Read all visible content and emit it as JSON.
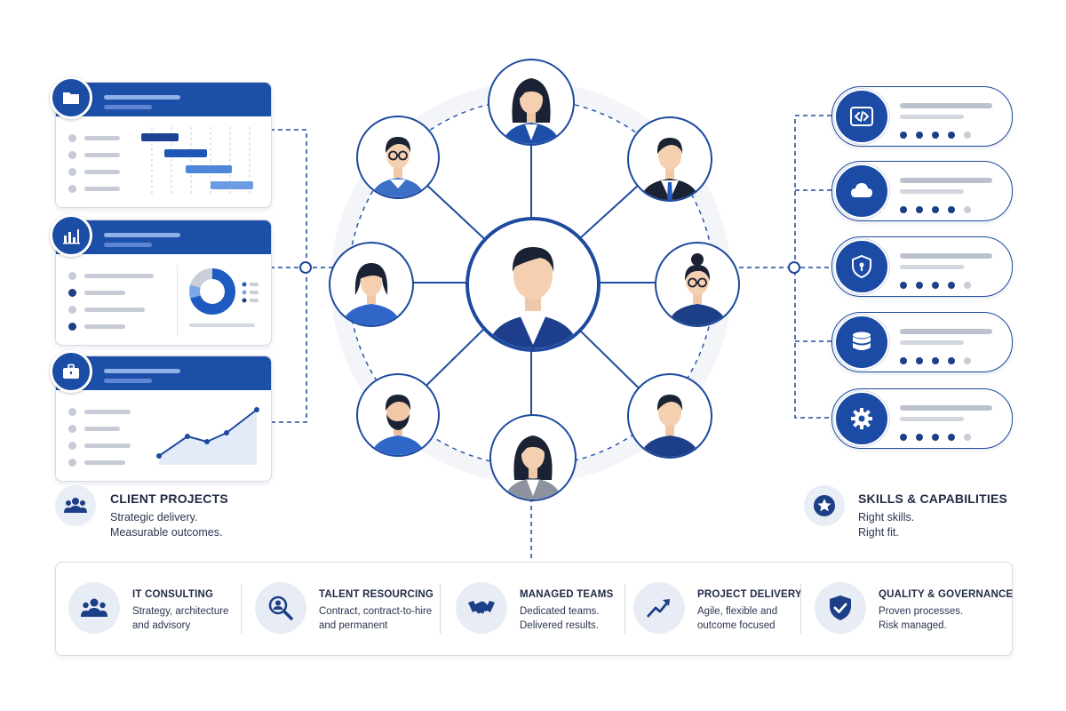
{
  "accent_color": "#1d4a9e",
  "client_projects": {
    "title": "CLIENT PROJECTS",
    "line1": "Strategic delivery.",
    "line2": "Measurable outcomes.",
    "icon": "people-group-icon",
    "cards": [
      {
        "icon": "folder-icon",
        "content": "gantt-chart"
      },
      {
        "icon": "bar-chart-icon",
        "content": "donut-chart"
      },
      {
        "icon": "briefcase-icon",
        "content": "line-chart"
      }
    ]
  },
  "skills": {
    "title": "SKILLS & CAPABILITIES",
    "line1": "Right skills.",
    "line2": "Right fit.",
    "icon": "star-badge-icon",
    "items": [
      {
        "icon": "code-icon",
        "rating": 4
      },
      {
        "icon": "cloud-icon",
        "rating": 4
      },
      {
        "icon": "shield-lock-icon",
        "rating": 4
      },
      {
        "icon": "database-icon",
        "rating": 4
      },
      {
        "icon": "gear-icon",
        "rating": 4
      }
    ]
  },
  "network": {
    "center": "consultant-avatar",
    "members": [
      "woman-avatar",
      "man-glasses-avatar",
      "man-tie-avatar",
      "woman-short-hair-avatar",
      "woman-glasses-avatar",
      "bearded-man-avatar",
      "man-avatar",
      "woman-jacket-avatar"
    ]
  },
  "services": [
    {
      "icon": "team-icon",
      "title": "IT CONSULTING",
      "line1": "Strategy, architecture",
      "line2": "and advisory"
    },
    {
      "icon": "search-person-icon",
      "title": "TALENT RESOURCING",
      "line1": "Contract, contract-to-hire",
      "line2": "and permanent"
    },
    {
      "icon": "handshake-icon",
      "title": "MANAGED TEAMS",
      "line1": "Dedicated teams.",
      "line2": "Delivered results."
    },
    {
      "icon": "trend-up-icon",
      "title": "PROJECT DELIVERY",
      "line1": "Agile, flexible and",
      "line2": "outcome focused"
    },
    {
      "icon": "shield-check-icon",
      "title": "QUALITY & GOVERNANCE",
      "line1": "Proven processes.",
      "line2": "Risk managed."
    }
  ]
}
